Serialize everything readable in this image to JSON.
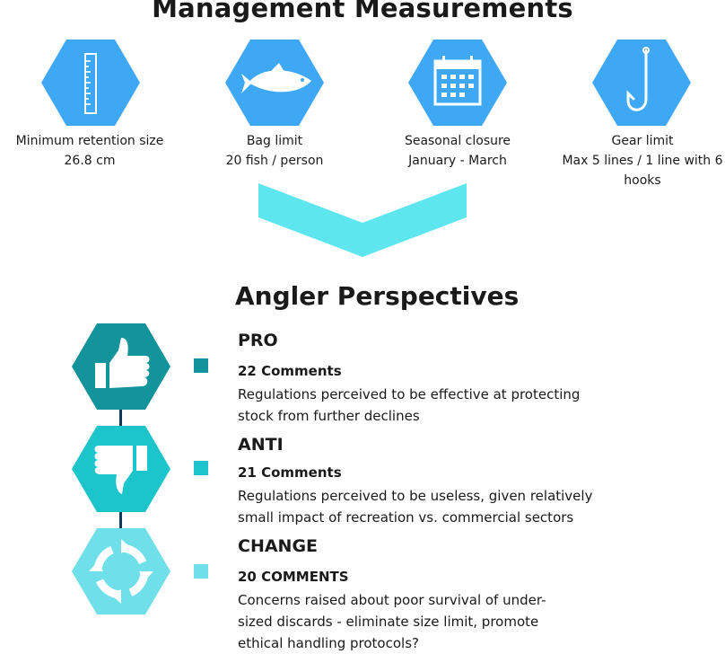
{
  "title": "Management Measurements",
  "measures": [
    {
      "icon": "ruler-icon",
      "line1": "Minimum retention size",
      "line2": "26.8 cm"
    },
    {
      "icon": "fish-icon",
      "line1": "Bag limit",
      "line2": "20 fish / person"
    },
    {
      "icon": "calendar-icon",
      "line1": "Seasonal closure",
      "line2": "January - March"
    },
    {
      "icon": "fishing-hook-icon",
      "line1": "Gear limit",
      "line2": "Max 5 lines / 1 line with  6 hooks"
    }
  ],
  "subtitle": "Angler Perspectives",
  "perspectives": [
    {
      "icon": "thumbs-up-icon",
      "heading": "PRO",
      "count": "22 Comments",
      "text": "Regulations perceived to be effective at protecting stock from further declines"
    },
    {
      "icon": "thumbs-down-icon",
      "heading": "ANTI",
      "count": "21 Comments",
      "text": "Regulations perceived to be useless, given relatively small impact of recreation vs. commercial sectors"
    },
    {
      "icon": "cycle-arrows-icon",
      "heading": "CHANGE",
      "count": "20 COMMENTS",
      "text": "Concerns raised about poor survival of under-sized discards - eliminate size limit, promote ethical handling protocols?"
    }
  ],
  "colors": {
    "measure_hex": "#3fa8f4",
    "chevron": "#5ee6ee",
    "pro": "#13939a",
    "anti": "#1cc4cb",
    "change": "#6fe0ea",
    "connector": "#103a5c"
  }
}
